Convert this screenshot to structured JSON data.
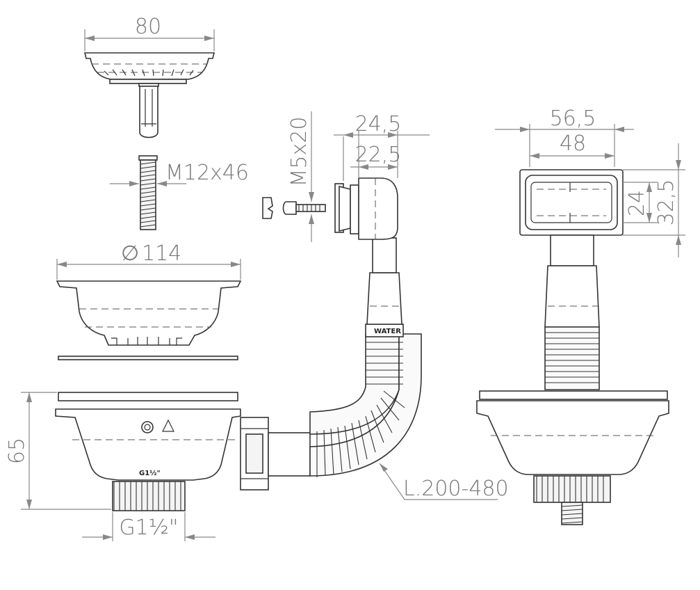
{
  "dimensions": {
    "strainer_width": "80",
    "bolt_thread": "M12x46",
    "basket_diameter_symbol": "∅",
    "basket_diameter": "114",
    "body_height": "65",
    "outlet_thread": "G1½\"",
    "screw_size": "M5x20",
    "overflow_depth_outer": "24,5",
    "overflow_depth_inner": "22,5",
    "hose_length": "L.200-480",
    "overflow_width_outer": "56,5",
    "overflow_width_inner": "48",
    "overflow_height_inner": "24",
    "overflow_height_outer": "32,5"
  },
  "part_markings": {
    "body_thread_marking": "G1½\"",
    "hose_marking": "WATER"
  },
  "colors": {
    "line": "#333333",
    "dimension": "#888888",
    "text": "#777777",
    "background": "#ffffff"
  }
}
